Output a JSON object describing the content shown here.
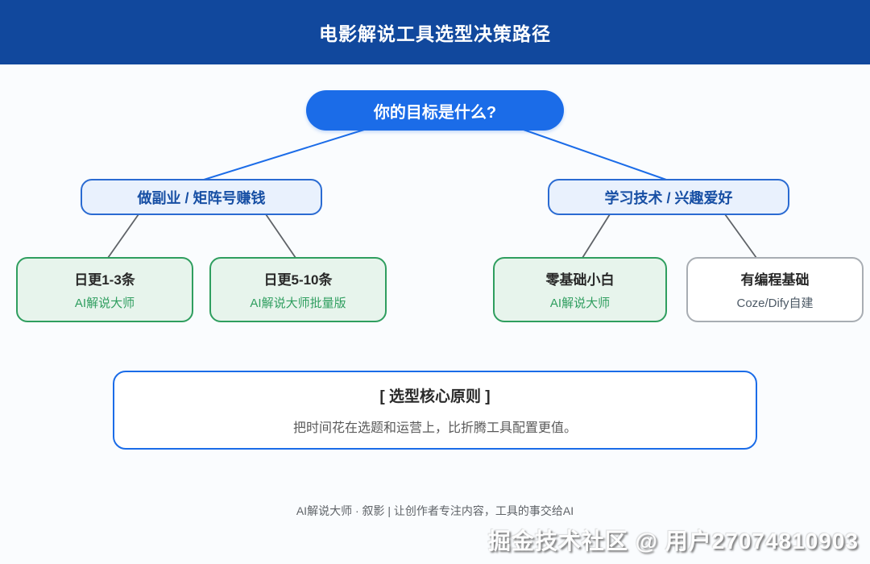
{
  "header": {
    "title": "电影解说工具选型决策路径"
  },
  "tree": {
    "root": {
      "label": "你的目标是什么?"
    },
    "branches": [
      {
        "label": "做副业 / 矩阵号赚钱"
      },
      {
        "label": "学习技术 / 兴趣爱好"
      }
    ],
    "leaves": [
      {
        "title": "日更1-3条",
        "subtitle": "AI解说大师",
        "variant": "green"
      },
      {
        "title": "日更5-10条",
        "subtitle": "AI解说大师批量版",
        "variant": "green"
      },
      {
        "title": "零基础小白",
        "subtitle": "AI解说大师",
        "variant": "green"
      },
      {
        "title": "有编程基础",
        "subtitle": "Coze/Dify自建",
        "variant": "gray"
      }
    ]
  },
  "principle": {
    "title": "[ 选型核心原则 ]",
    "body": "把时间花在选题和运营上，比折腾工具配置更值。"
  },
  "footer": {
    "text": "AI解说大师 · 叙影 | 让创作者专注内容，工具的事交给AI"
  },
  "watermark": {
    "text": "掘金技术社区 @ 用户27074810903"
  },
  "colors": {
    "header_bg": "#11489d",
    "page_bg": "#fafcfe",
    "root_bg": "#1b6ce8",
    "branch_bg": "#e9f1fd",
    "branch_border": "#2a6bd2",
    "branch_text": "#174fa4",
    "leaf_green_bg": "#e7f4ec",
    "leaf_green_border": "#2f9e5f",
    "leaf_gray_border": "#a8adb3",
    "blue_connector": "#1b6ce8",
    "gray_connector": "#5f6368"
  }
}
